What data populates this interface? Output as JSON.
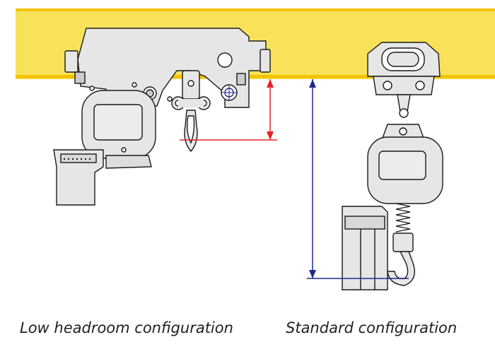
{
  "captions": {
    "low_headroom": "Low headroom configuration",
    "standard": "Standard configuration"
  },
  "colors": {
    "beam": "#f9e25a",
    "beam_edge": "#f2c400",
    "body_fill": "#e6e6e6",
    "outline": "#1a1a1a",
    "low_headroom_dimension": "#e8202a",
    "standard_dimension": "#1f2a8a"
  },
  "icons": {
    "beam": "i-beam",
    "low_headroom_hoist": "low-headroom-hoist",
    "standard_hoist": "standard-chain-hoist",
    "hook": "hook"
  }
}
